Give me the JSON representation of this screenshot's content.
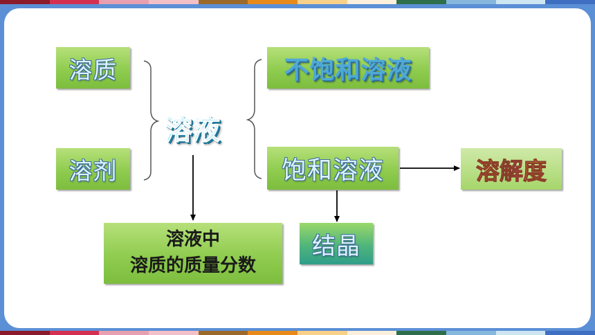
{
  "stripe_colors": [
    "#8b1a2b",
    "#d43050",
    "#e8a0b0",
    "#f3c0c8",
    "#9b6a2a",
    "#e88a1a",
    "#f8d08a",
    "#fbf0dc",
    "#2f6e4a",
    "#86b8de",
    "#cde6f2",
    "#3f6fc0"
  ],
  "nodes": {
    "solute": "溶质",
    "solvent": "溶剂",
    "solution": "溶液",
    "unsaturated": "不饱和溶液",
    "saturated": "饱和溶液",
    "solubility": "溶解度",
    "crystallization": "结晶",
    "mass_fraction_line1": "溶液中",
    "mass_fraction_line2": "溶质的质量分数"
  }
}
